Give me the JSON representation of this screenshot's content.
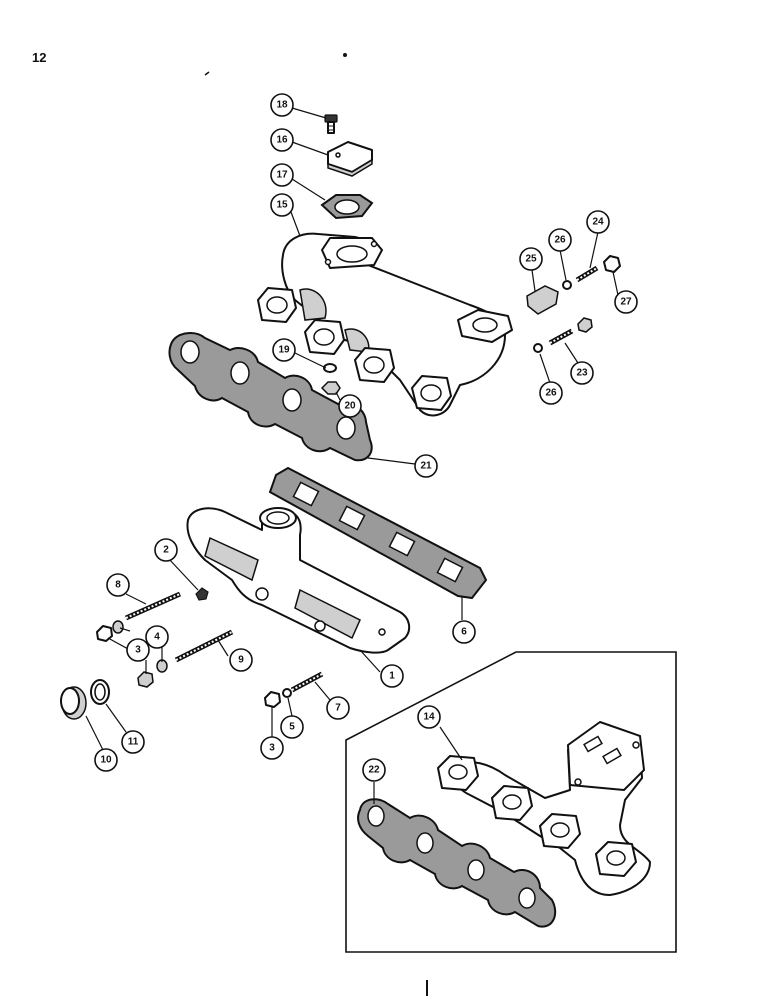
{
  "page_number": "12",
  "callouts": [
    {
      "num": "18",
      "label": "18"
    },
    {
      "num": "16",
      "label": "16"
    },
    {
      "num": "17",
      "label": "17"
    },
    {
      "num": "15",
      "label": "15"
    },
    {
      "num": "24",
      "label": "24"
    },
    {
      "num": "26a",
      "label": "26"
    },
    {
      "num": "25",
      "label": "25"
    },
    {
      "num": "27",
      "label": "27"
    },
    {
      "num": "19",
      "label": "19"
    },
    {
      "num": "20",
      "label": "20"
    },
    {
      "num": "23",
      "label": "23"
    },
    {
      "num": "26b",
      "label": "26"
    },
    {
      "num": "21",
      "label": "21"
    },
    {
      "num": "2",
      "label": "2"
    },
    {
      "num": "8",
      "label": "8"
    },
    {
      "num": "4",
      "label": "4"
    },
    {
      "num": "3a",
      "label": "3"
    },
    {
      "num": "9",
      "label": "9"
    },
    {
      "num": "6",
      "label": "6"
    },
    {
      "num": "1",
      "label": "1"
    },
    {
      "num": "7",
      "label": "7"
    },
    {
      "num": "5",
      "label": "5"
    },
    {
      "num": "3b",
      "label": "3"
    },
    {
      "num": "10",
      "label": "10"
    },
    {
      "num": "11",
      "label": "11"
    },
    {
      "num": "14",
      "label": "14"
    },
    {
      "num": "22",
      "label": "22"
    }
  ]
}
